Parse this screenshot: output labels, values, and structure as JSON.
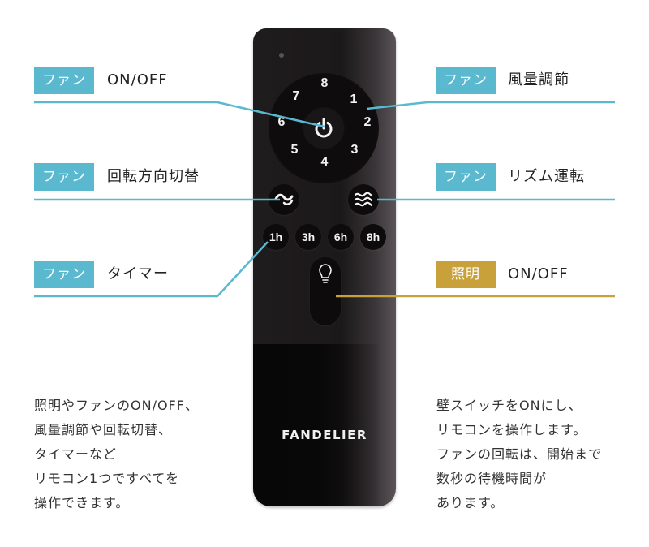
{
  "callouts": {
    "fan_power": {
      "tag": "ファン",
      "text": "ON/OFF"
    },
    "fan_speed": {
      "tag": "ファン",
      "text": "風量調節"
    },
    "fan_direction": {
      "tag": "ファン",
      "text": "回転方向切替"
    },
    "fan_rhythm": {
      "tag": "ファン",
      "text": "リズム運転"
    },
    "fan_timer": {
      "tag": "ファン",
      "text": "タイマー"
    },
    "light_power": {
      "tag": "照明",
      "text": "ON/OFF"
    }
  },
  "remote": {
    "brand": "FANDELIER",
    "dial_numbers": [
      "1",
      "2",
      "3",
      "4",
      "5",
      "6",
      "7",
      "8"
    ],
    "timer_buttons": [
      "1h",
      "3h",
      "6h",
      "8h"
    ],
    "icons": {
      "power": "power-icon",
      "direction": "rotation-switch-icon",
      "rhythm": "wave-icon",
      "light": "light-bulb-icon"
    }
  },
  "descriptions": {
    "left": "照明やファンのON/OFF、\n風量調節や回転切替、\nタイマーなど\nリモコン1つですべてを\n操作できます。",
    "right": "壁スイッチをONにし、\nリモコンを操作します。\nファンの回転は、開始まで\n数秒の待機時間が\nあります。"
  },
  "colors": {
    "fan_tag": "#5bb9cf",
    "light_tag": "#c9a13a",
    "remote_body": "#1d1a1b"
  }
}
